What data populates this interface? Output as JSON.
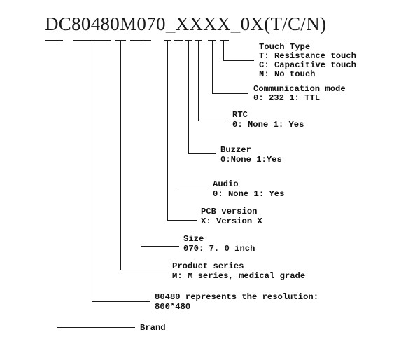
{
  "title": "DC80480M070_XXXX_0X(T/C/N)",
  "fields": [
    {
      "id": "touch-type",
      "lines": [
        "Touch Type",
        "T: Resistance touch",
        "C: Capacitive touch",
        "N: No touch"
      ]
    },
    {
      "id": "communication-mode",
      "lines": [
        "Communication mode",
        "0: 232 1: TTL"
      ]
    },
    {
      "id": "rtc",
      "lines": [
        "RTC",
        "0: None 1: Yes"
      ]
    },
    {
      "id": "buzzer",
      "lines": [
        "Buzzer",
        "0:None 1:Yes"
      ]
    },
    {
      "id": "audio",
      "lines": [
        "Audio",
        "0: None 1: Yes"
      ]
    },
    {
      "id": "pcb-version",
      "lines": [
        "PCB version",
        "X: Version X"
      ]
    },
    {
      "id": "size",
      "lines": [
        "Size",
        "070: 7. 0 inch"
      ]
    },
    {
      "id": "product-series",
      "lines": [
        "Product series",
        "M: M series, medical grade"
      ]
    },
    {
      "id": "resolution",
      "lines": [
        "80480 represents the resolution:",
        "800*480"
      ]
    },
    {
      "id": "brand",
      "lines": [
        "Brand"
      ]
    }
  ]
}
